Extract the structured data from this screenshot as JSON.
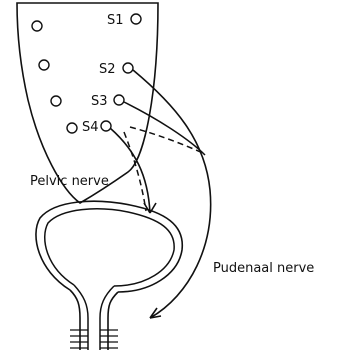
{
  "labels": {
    "s1": "S1",
    "s2": "S2",
    "s3": "S3",
    "s4": "S4",
    "pelvic_nerve": "Pelvic nerve",
    "pudendal_nerve": "Pudenaal nerve"
  },
  "colors": {
    "ink": "#111111",
    "background": "#ffffff"
  }
}
